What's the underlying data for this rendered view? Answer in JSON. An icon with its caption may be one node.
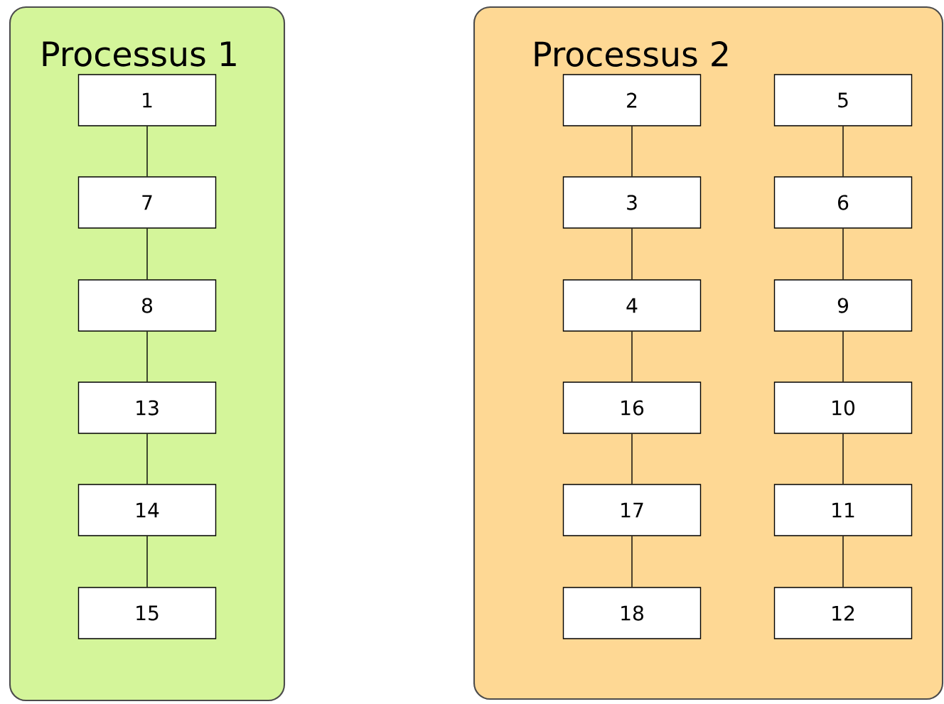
{
  "diagram": {
    "nodes": [
      {
        "text": [
          "Processus 1"
        ]
      },
      {
        "text": [
          "1"
        ],
        "in": 0
      },
      {
        "text": [
          "7"
        ],
        "in": 0
      },
      {
        "text": [
          "8"
        ],
        "in": 0
      },
      {
        "text": [
          "13"
        ],
        "in": 0
      },
      {
        "text": [
          "14"
        ],
        "in": 0
      },
      {
        "text": [
          "15"
        ],
        "in": 0
      },
      {
        "text": [
          "Processus 2"
        ]
      },
      {
        "text": [
          "2"
        ],
        "in": 7
      },
      {
        "text": [
          "5"
        ],
        "in": 7
      },
      {
        "text": [
          "3"
        ],
        "in": 7
      },
      {
        "text": [
          "6"
        ],
        "in": 7
      },
      {
        "text": [
          "4"
        ],
        "in": 7
      },
      {
        "text": [
          "9"
        ],
        "in": 7
      },
      {
        "text": [
          "16"
        ],
        "in": 7
      },
      {
        "text": [
          "10"
        ],
        "in": 7
      },
      {
        "text": [
          "17"
        ],
        "in": 7
      },
      {
        "text": [
          "11"
        ],
        "in": 7
      },
      {
        "text": [
          "18"
        ],
        "in": 7
      },
      {
        "text": [
          "12"
        ],
        "in": 7
      }
    ],
    "edges": [
      {
        "from": 1,
        "to": 2,
        "arrow": "none"
      },
      {
        "from": 2,
        "to": 3,
        "arrow": "none"
      },
      {
        "from": 3,
        "to": 4,
        "arrow": "none"
      },
      {
        "from": 4,
        "to": 5,
        "arrow": "none"
      },
      {
        "from": 5,
        "to": 6,
        "arrow": "none"
      },
      {
        "from": 8,
        "to": 10,
        "arrow": "none"
      },
      {
        "from": 10,
        "to": 12,
        "arrow": "none"
      },
      {
        "from": 12,
        "to": 14,
        "arrow": "none"
      },
      {
        "from": 14,
        "to": 16,
        "arrow": "none"
      },
      {
        "from": 16,
        "to": 18,
        "arrow": "none"
      },
      {
        "from": 9,
        "to": 11,
        "arrow": "none"
      },
      {
        "from": 11,
        "to": 13,
        "arrow": "none"
      },
      {
        "from": 13,
        "to": 15,
        "arrow": "none"
      },
      {
        "from": 15,
        "to": 17,
        "arrow": "none"
      },
      {
        "from": 17,
        "to": 19,
        "arrow": "none"
      }
    ]
  }
}
